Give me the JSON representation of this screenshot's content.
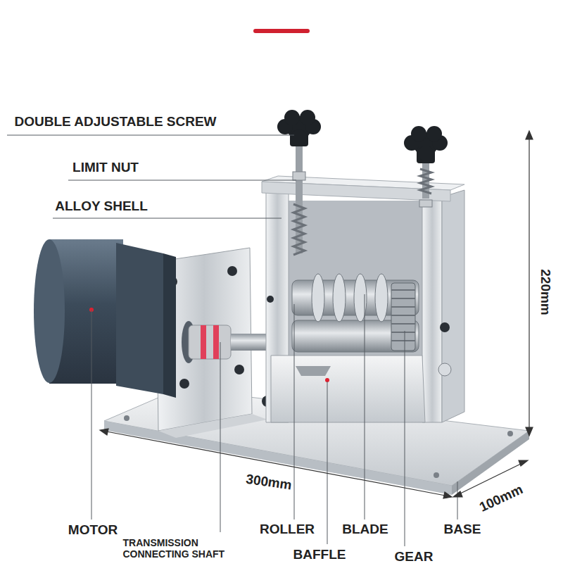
{
  "diagram": {
    "labels": [
      "DOUBLE ADJUSTABLE SCREW",
      "LIMIT NUT",
      "ALLOY SHELL",
      "220mm",
      "300mm",
      "100mm",
      "MOTOR",
      "ROLLER",
      "BLADE",
      "BASE",
      "TRANSMISSION CONNECTING SHAFT",
      "BAFFLE",
      "GEAR"
    ]
  }
}
